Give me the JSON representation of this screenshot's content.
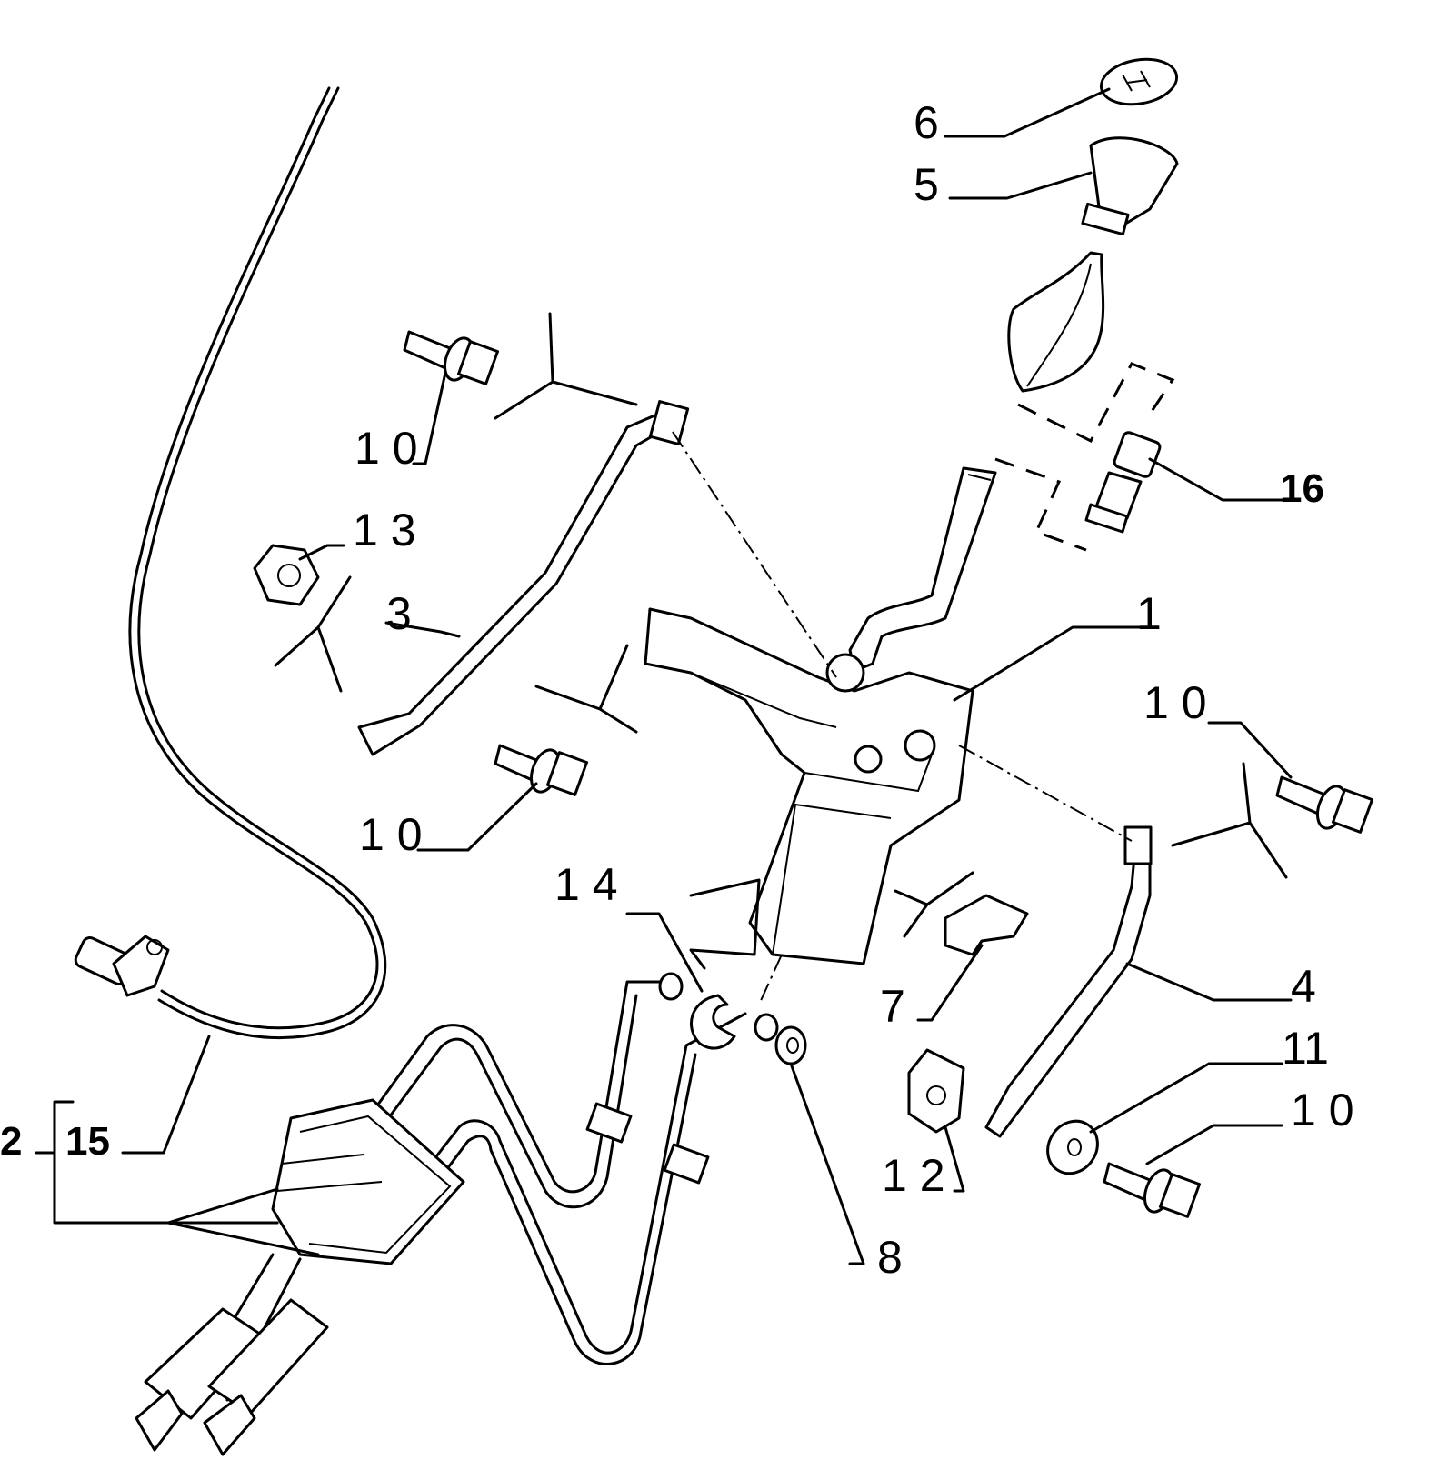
{
  "callouts": [
    {
      "id": "1",
      "text": "1"
    },
    {
      "id": "2",
      "text": "2"
    },
    {
      "id": "3",
      "text": "3"
    },
    {
      "id": "4",
      "text": "4"
    },
    {
      "id": "5",
      "text": "5"
    },
    {
      "id": "6",
      "text": "6"
    },
    {
      "id": "7",
      "text": "7"
    },
    {
      "id": "8",
      "text": "8"
    },
    {
      "id": "10a",
      "text": "10"
    },
    {
      "id": "10b",
      "text": "10"
    },
    {
      "id": "10c",
      "text": "10"
    },
    {
      "id": "10d",
      "text": "10"
    },
    {
      "id": "11",
      "text": "11"
    },
    {
      "id": "12",
      "text": "12"
    },
    {
      "id": "13",
      "text": "13"
    },
    {
      "id": "14",
      "text": "14"
    },
    {
      "id": "15",
      "text": "15"
    },
    {
      "id": "16",
      "text": "16"
    }
  ]
}
